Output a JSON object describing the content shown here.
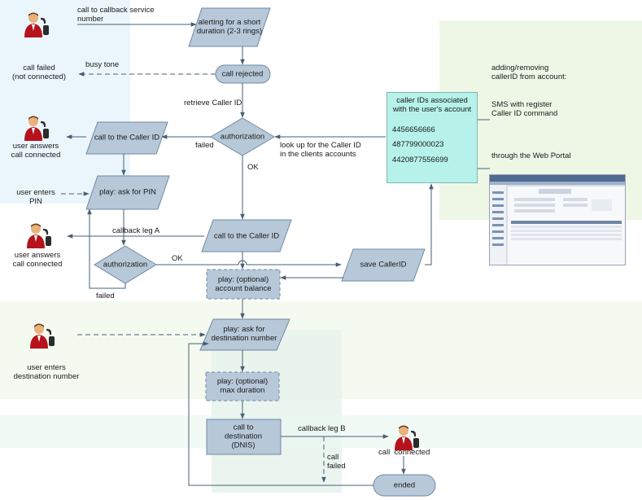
{
  "theme": {
    "node_fill": "#b7c8d9",
    "node_stroke": "#6f8aa3",
    "arrow": "#4a5f73",
    "callerid_fill": "#b6f2ea"
  },
  "nodes": {
    "alerting": "alerting for a short\nduration (2-3 rings)",
    "call_rejected": "call rejected",
    "authorization_1": "authorization",
    "call_to_caller_id_1": "call to the Caller ID",
    "play_ask_pin": "play: ask for PIN",
    "call_to_caller_id_2": "call to the Caller ID",
    "authorization_2": "authorization",
    "save_callerid": "save CallerID",
    "account_balance": "play: (optional)\naccount balance",
    "ask_destination": "play: ask for\ndestination number",
    "max_duration": "play: (optional)\nmax duration",
    "call_destination": "call to\ndestination\n(DNIS)",
    "ended": "ended"
  },
  "labels": {
    "call_to_service": "call to callback service\nnumber",
    "busy_tone": "busy tone",
    "call_failed_nc": "call failed\n(not connected)",
    "retrieve_caller_id": "retrieve Caller ID",
    "failed_1": "failed",
    "ok_1": "OK",
    "lookup": "look up for the Caller ID\nin the clients accounts",
    "user_answers_1": "user answers\ncall connected",
    "user_enters_pin": "user enters\nPIN",
    "callback_leg_a": "callback leg A",
    "user_answers_2": "user answers\ncall connected",
    "ok_2": "OK",
    "failed_2": "failed",
    "user_enters_dest": "user enters\ndestination number",
    "callback_leg_b": "callback leg B",
    "call_failed_2": "call\nfailed",
    "call_connected": "call  connected",
    "adding_removing": "adding/removing\ncallerID from account:",
    "sms": "SMS with register\nCaller ID command",
    "web_portal": "through the Web Portal"
  },
  "callerid_box": {
    "title": "caller IDs associated\nwith the user's account",
    "items": [
      "4456656666",
      "487799000023",
      "4420877556699"
    ]
  },
  "icons": {
    "person": "person-with-phone-icon",
    "portal": "web-portal-screenshot-icon"
  }
}
